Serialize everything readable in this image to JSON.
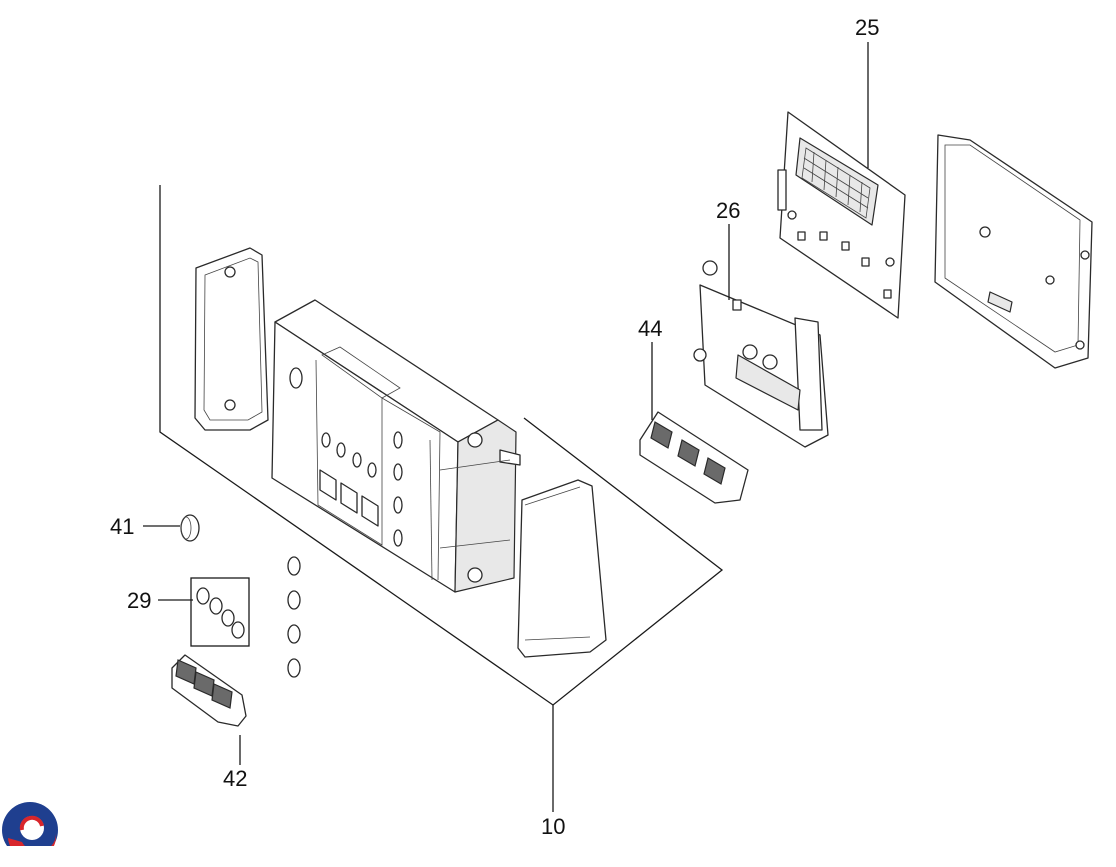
{
  "diagram": {
    "type": "exploded-parts-view",
    "callouts": {
      "c25": "25",
      "c26": "26",
      "c44": "44",
      "c41": "41",
      "c29": "29",
      "c42": "42",
      "c10": "10"
    },
    "logo": {
      "colors": {
        "blue": "#1f3f8f",
        "red": "#d8262c"
      }
    }
  }
}
